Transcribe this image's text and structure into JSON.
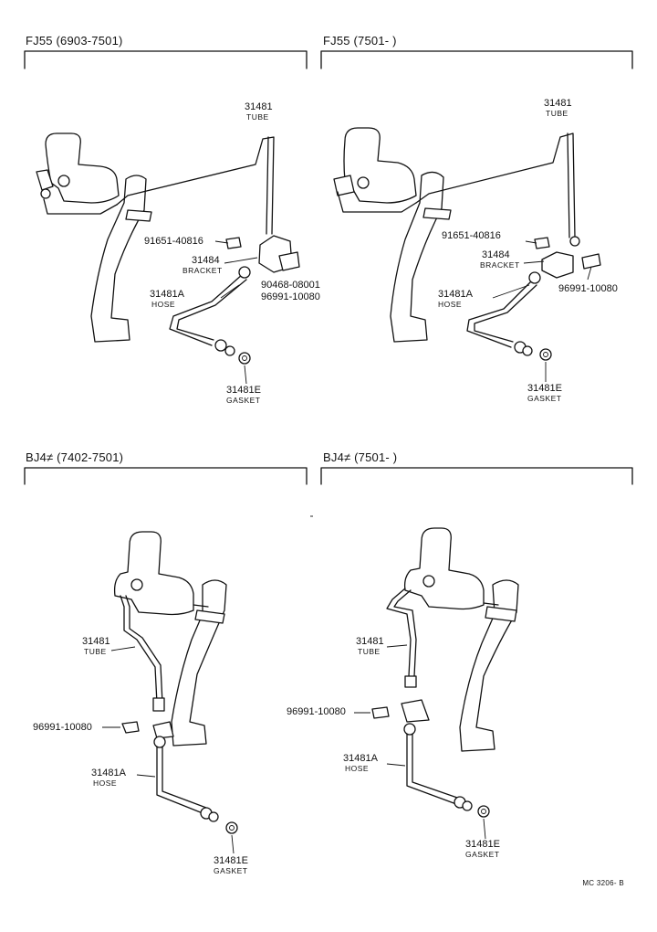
{
  "panels": [
    {
      "title": "FJ55 (6903-7501)",
      "labels": {
        "tube_no": "31481",
        "tube": "TUBE",
        "bolt_no": "91651-40816",
        "bracket_no": "31484",
        "bracket": "BRACKET",
        "clip_no_a": "90468-08001",
        "clip_no_b": "96991-10080",
        "hose_no": "31481A",
        "hose": "HOSE",
        "gasket_no": "31481E",
        "gasket": "GASKET"
      }
    },
    {
      "title": "FJ55 (7501-   )",
      "labels": {
        "tube_no": "31481",
        "tube": "TUBE",
        "bolt_no": "91651-40816",
        "bracket_no": "31484",
        "bracket": "BRACKET",
        "clip_no": "96991-10080",
        "hose_no": "31481A",
        "hose": "HOSE",
        "gasket_no": "31481E",
        "gasket": "GASKET"
      }
    },
    {
      "title": "BJ4≠ (7402-7501)",
      "labels": {
        "tube_no": "31481",
        "tube": "TUBE",
        "clip_no": "96991-10080",
        "hose_no": "31481A",
        "hose": "HOSE",
        "gasket_no": "31481E",
        "gasket": "GASKET"
      }
    },
    {
      "title": "BJ4≠ (7501-      )",
      "labels": {
        "tube_no": "31481",
        "tube": "TUBE",
        "clip_no": "96991-10080",
        "hose_no": "31481A",
        "hose": "HOSE",
        "gasket_no": "31481E",
        "gasket": "GASKET"
      }
    }
  ],
  "footer": "MC 3206- B"
}
